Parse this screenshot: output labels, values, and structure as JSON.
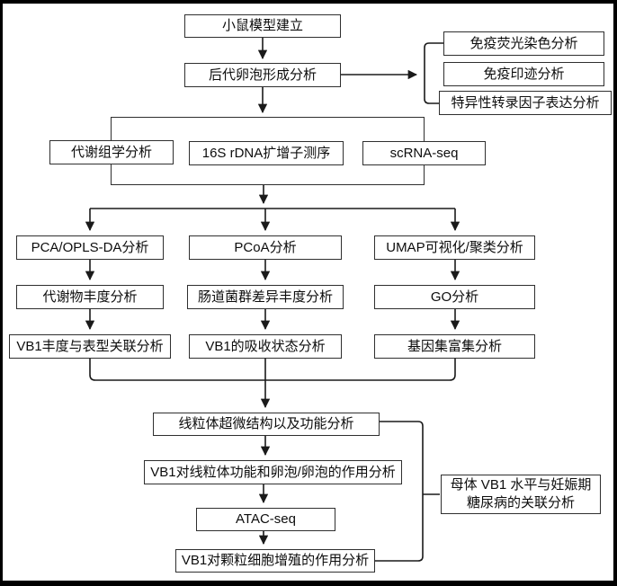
{
  "colors": {
    "background": "#ffffff",
    "outer_border": "#000000",
    "box_border": "#2f2f2f",
    "line": "#1a1a1a",
    "text": "#0d0d0d"
  },
  "nodes": {
    "mouse_model": "小鼠模型建立",
    "follicle_formation": "后代卵泡形成分析",
    "immunofluorescence": "免疫荧光染色分析",
    "western_blot": "免疫印迹分析",
    "tf_expression": "特异性转录因子表达分析",
    "metabolomics": "代谢组学分析",
    "rdna_16s": "16S rDNA扩增子测序",
    "scrna_seq": "scRNA-seq",
    "pca_oplsda": "PCA/OPLS-DA分析",
    "pcoa": "PCoA分析",
    "umap": "UMAP可视化/聚类分析",
    "metabolite_abundance": "代谢物丰度分析",
    "gut_microbiota": "肠道菌群差异丰度分析",
    "go_analysis": "GO分析",
    "vb1_phenotype": "VB1丰度与表型关联分析",
    "vb1_absorption": "VB1的吸收状态分析",
    "gene_set_enrichment": "基因集富集分析",
    "mito_ultrastructure": "线粒体超微结构以及功能分析",
    "vb1_mito_follicle": "VB1对线粒体功能和卵泡/卵泡的作用分析",
    "atac_seq": "ATAC-seq",
    "vb1_granulosa": "VB1对颗粒细胞增殖的作用分析",
    "maternal_vb1": "母体 VB1 水平与妊娠期\n糖尿病的关联分析"
  }
}
